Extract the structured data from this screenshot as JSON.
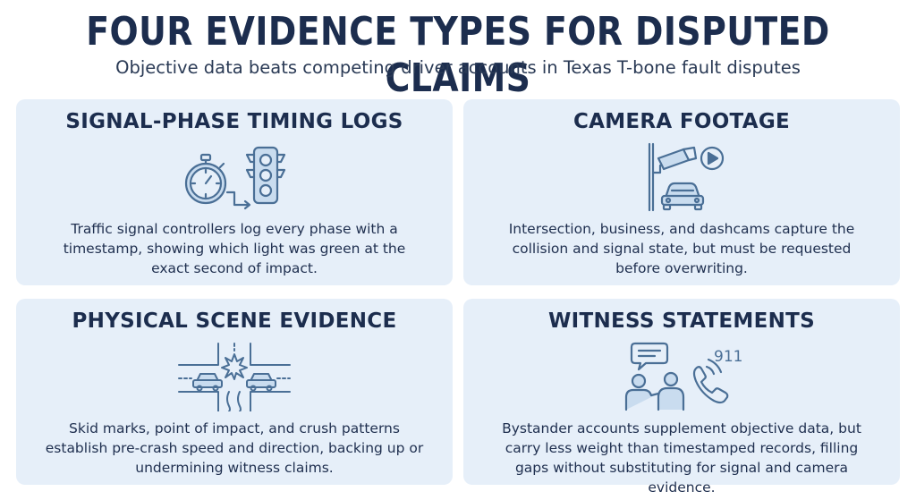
{
  "header": {
    "title": "FOUR EVIDENCE TYPES FOR DISPUTED CLAIMS",
    "subtitle": "Objective data beats competing driver accounts in Texas T-bone fault disputes"
  },
  "cards": [
    {
      "title": "SIGNAL-PHASE TIMING LOGS",
      "icon": "stopwatch-traffic-light-icon",
      "text": "Traffic signal controllers log every phase with a timestamp, showing which light was green at the exact second of impact."
    },
    {
      "title": "CAMERA FOOTAGE",
      "icon": "security-camera-car-icon",
      "text": "Intersection, business, and dashcams capture the collision and signal state, but must be requested before overwriting."
    },
    {
      "title": "PHYSICAL SCENE EVIDENCE",
      "icon": "intersection-collision-icon",
      "text": "Skid marks, point of impact, and crush patterns establish pre-crash speed and direction, backing up or undermining witness claims."
    },
    {
      "title": "WITNESS STATEMENTS",
      "icon": "witness-phone-icon",
      "icon_label": "911",
      "text": "Bystander accounts supplement objective data, but carry less weight than timestamped records, filling gaps without substituting for signal and camera evidence."
    }
  ],
  "colors": {
    "card_bg": "#e6eff9",
    "icon_stroke": "#4a6f96",
    "icon_fill": "#c9dcef",
    "title": "#1c2d4e"
  }
}
